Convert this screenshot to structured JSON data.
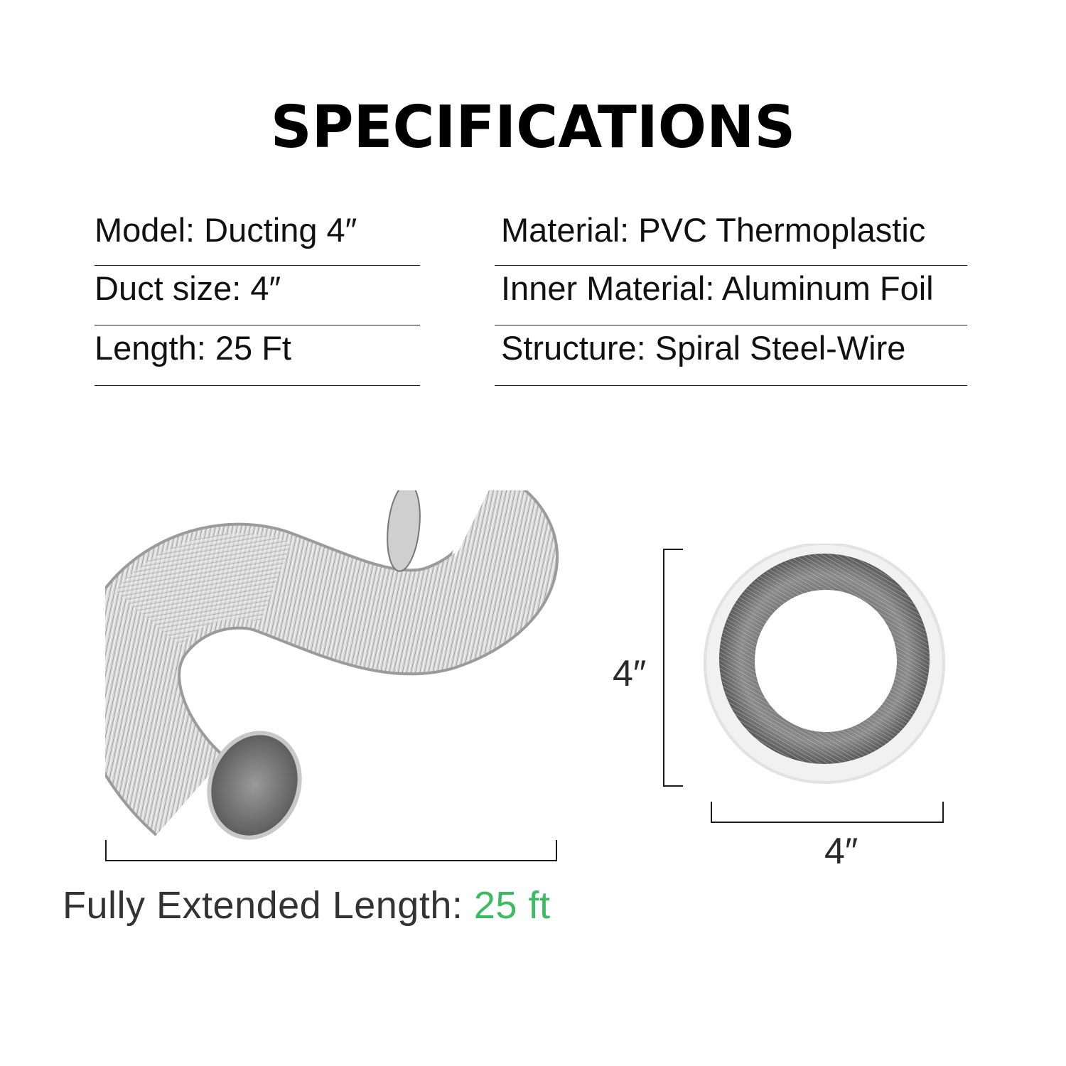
{
  "title": "SPECIFICATIONS",
  "specs": {
    "left": [
      {
        "label": "Model: Ducting 4″"
      },
      {
        "label": "Duct size: 4″"
      },
      {
        "label": "Length: 25 Ft"
      }
    ],
    "right": [
      {
        "label": "Material: PVC Thermoplastic"
      },
      {
        "label": "Inner Material: Aluminum Foil"
      },
      {
        "label": "Structure: Spiral Steel-Wire"
      }
    ]
  },
  "diagram": {
    "height_label": "4″",
    "width_label": "4″",
    "extended_prefix": "Fully Extended Length: ",
    "extended_value": "25 ft"
  },
  "images": {
    "hose": "flexible-aluminum-duct-hose",
    "cross_section": "duct-cross-section"
  },
  "colors": {
    "accent": "#3dbb62",
    "text": "#111111",
    "muted_text": "#333333",
    "foil_light": "#e6e6e6",
    "foil_dark": "#7a7a7a"
  }
}
